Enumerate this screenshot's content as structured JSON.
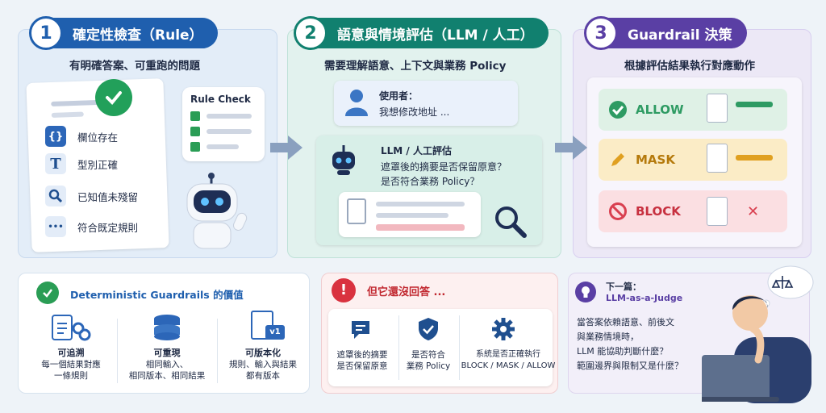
{
  "steps": [
    {
      "num": "1",
      "title": "確定性檢查（Rule）",
      "subtitle": "有明確答案、可重跑的問題"
    },
    {
      "num": "2",
      "title": "語意與情境評估（LLM / 人工）",
      "subtitle": "需要理解語意、上下文與業務 Policy"
    },
    {
      "num": "3",
      "title": "Guardrail 決策",
      "subtitle": "根據評估結果執行對應動作"
    }
  ],
  "rule_checklist": [
    {
      "icon": "{ }",
      "label": "欄位存在"
    },
    {
      "icon": "T",
      "label": "型別正確"
    },
    {
      "icon": "search",
      "label": "已知值未殘留"
    },
    {
      "icon": "•••",
      "label": "符合既定規則"
    }
  ],
  "rule_check_title": "Rule Check",
  "chat": {
    "user_label": "使用者：",
    "user_text": "我想修改地址 ...",
    "llm_label": "LLM / 人工評估",
    "llm_q1": "遮罩後的摘要是否保留原意？",
    "llm_q2": "是否符合業務 Policy？"
  },
  "actions": [
    {
      "label": "ALLOW",
      "color": "#2e9b63"
    },
    {
      "label": "MASK",
      "color": "#e0a020"
    },
    {
      "label": "BLOCK",
      "color": "#d94050"
    }
  ],
  "value_box": {
    "title": "Deterministic Guardrails 的價值",
    "items": [
      {
        "title": "可追溯",
        "desc1": "每一個結果對應",
        "desc2": "一條規則"
      },
      {
        "title": "可重現",
        "desc1": "相同輸入、",
        "desc2": "相同版本、相同結果"
      },
      {
        "title": "可版本化",
        "desc1": "規則、輸入與結果",
        "desc2": "都有版本"
      }
    ],
    "version_badge": "v1"
  },
  "question_box": {
    "title": "但它還沒回答 ...",
    "items": [
      {
        "line1": "遮罩後的摘要",
        "line2": "是否保留原意"
      },
      {
        "line1": "是否符合",
        "line2": "業務 Policy"
      },
      {
        "line1": "系統是否正確執行",
        "line2": "BLOCK / MASK / ALLOW"
      }
    ]
  },
  "next_box": {
    "label": "下一篇：",
    "title": "LLM-as-a-Judge",
    "lines": [
      "當答案依賴語意、前後文",
      "與業務情境時，",
      "LLM 能協助判斷什麼？",
      "範圍邊界與限制又是什麼？"
    ]
  },
  "colors": {
    "blue": "#1f5fae",
    "teal": "#11806f",
    "purple": "#5a3fa4",
    "red": "#d9323f",
    "green": "#2a9d55"
  }
}
